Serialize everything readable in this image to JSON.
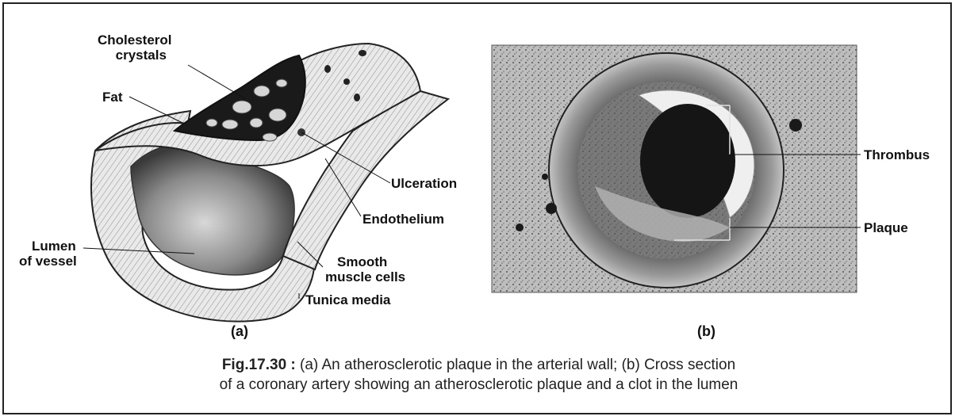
{
  "figure_a": {
    "labels": {
      "cholesterol": "Cholesterol\ncrystals",
      "fat": "Fat",
      "ulceration": "Ulceration",
      "endothelium": "Endothelium",
      "lumen": "Lumen\nof vessel",
      "smooth_muscle": "Smooth\nmuscle cells",
      "tunica_media": "Tunica media"
    },
    "tag": "(a)"
  },
  "figure_b": {
    "labels": {
      "thrombus": "Thrombus",
      "plaque": "Plaque"
    },
    "tag": "(b)"
  },
  "caption": {
    "prefix": "Fig.17.30 :",
    "line1": " (a) An atherosclerotic plaque in the arterial wall; (b) Cross section",
    "line2": "of a coronary artery showing an atherosclerotic plaque and a clot in the lumen"
  }
}
